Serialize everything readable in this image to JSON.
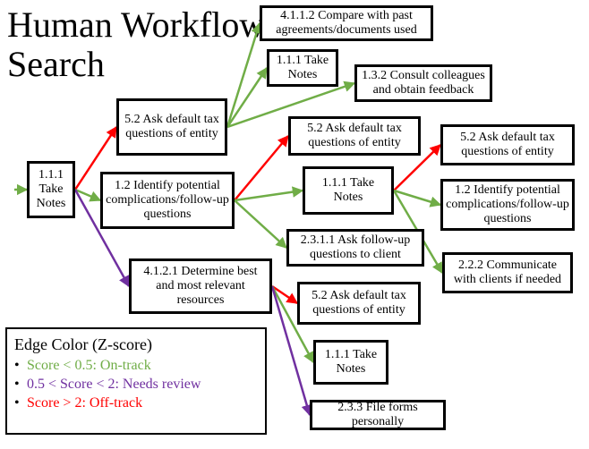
{
  "title": {
    "line1": "Human Workflow",
    "line2": "Search"
  },
  "colors": {
    "green": "#70ad47",
    "red": "#ff0000",
    "purple": "#7030a0"
  },
  "nodes": {
    "n0": "1.1.1 Take Notes",
    "n1": "5.2 Ask default tax questions of entity",
    "n2": "1.2 Identify potential complications/follow-up questions",
    "n3": "4.1.2.1 Determine best and most relevant resources",
    "n4": "4.1.1.2 Compare with past agreements/documents used",
    "n5": "1.1.1 Take Notes",
    "n6": "1.3.2 Consult colleagues and obtain feedback",
    "n7": "5.2 Ask default tax questions of entity",
    "n8": "1.1.1 Take Notes",
    "n9": "2.3.1.1 Ask follow-up questions to client",
    "n10": "5.2 Ask default tax questions of entity",
    "n11": "1.2 Identify potential complications/follow-up questions",
    "n12": "2.2.2 Communicate with clients if needed",
    "n13": "5.2 Ask default tax questions of entity",
    "n14": "1.1.1 Take Notes",
    "n15": "2.3.3 File forms personally"
  },
  "edges": [
    {
      "from": "entry",
      "to": "n0",
      "color": "green"
    },
    {
      "from": "n0",
      "to": "n1",
      "color": "red"
    },
    {
      "from": "n0",
      "to": "n2",
      "color": "green"
    },
    {
      "from": "n0",
      "to": "n3",
      "color": "purple"
    },
    {
      "from": "n1",
      "to": "n4",
      "color": "green"
    },
    {
      "from": "n1",
      "to": "n5",
      "color": "green"
    },
    {
      "from": "n1",
      "to": "n6",
      "color": "green"
    },
    {
      "from": "n2",
      "to": "n7",
      "color": "red"
    },
    {
      "from": "n2",
      "to": "n8",
      "color": "green"
    },
    {
      "from": "n2",
      "to": "n9",
      "color": "green"
    },
    {
      "from": "n8",
      "to": "n10",
      "color": "red"
    },
    {
      "from": "n8",
      "to": "n11",
      "color": "green"
    },
    {
      "from": "n8",
      "to": "n12",
      "color": "green"
    },
    {
      "from": "n3",
      "to": "n13",
      "color": "red"
    },
    {
      "from": "n3",
      "to": "n14",
      "color": "green"
    },
    {
      "from": "n3",
      "to": "n15",
      "color": "purple"
    }
  ],
  "legend": {
    "title": "Edge Color (Z-score)",
    "items": [
      {
        "text": "Score < 0.5: On-track",
        "color": "green"
      },
      {
        "text": "0.5 < Score < 2: Needs review",
        "color": "purple"
      },
      {
        "text": "Score > 2: Off-track",
        "color": "red"
      }
    ]
  }
}
